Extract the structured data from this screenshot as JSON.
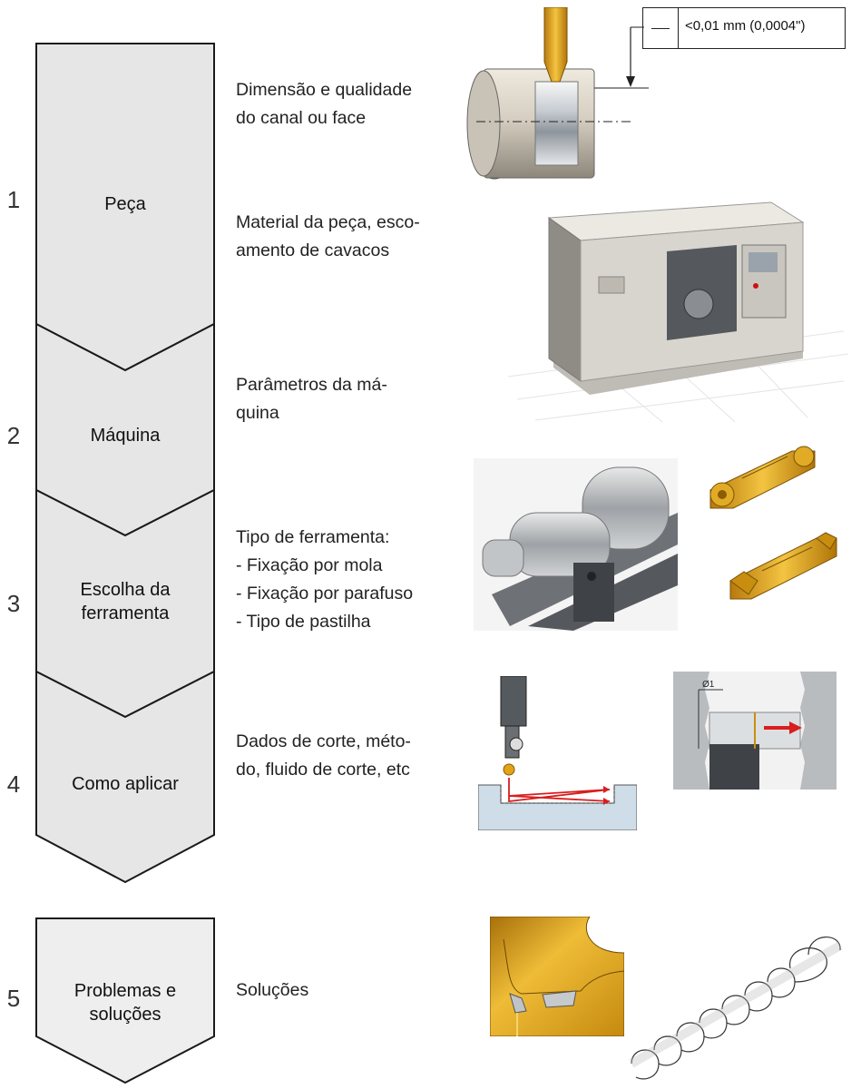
{
  "stages": [
    {
      "number": "1",
      "label": "Peça"
    },
    {
      "number": "2",
      "label": "Máquina"
    },
    {
      "number": "3",
      "label_lines": [
        "Escolha da",
        "ferramenta"
      ]
    },
    {
      "number": "4",
      "label": "Como aplicar"
    },
    {
      "number": "5",
      "label_lines": [
        "Problemas e",
        "soluções"
      ]
    }
  ],
  "descriptions": {
    "dimension": [
      "Dimensão e qualidade",
      "do canal ou face"
    ],
    "material": [
      "Material da peça, esco-",
      "amento de cavacos"
    ],
    "machine": [
      "Parâmetros da má-",
      "quina"
    ],
    "tool": [
      "Tipo de ferramenta:",
      "- Fixação por mola",
      "- Fixação por parafuso",
      "- Tipo de pastilha"
    ],
    "application": [
      "Dados de corte, méto-",
      "do, fluido de corte, etc"
    ],
    "solutions": [
      "Soluções"
    ]
  },
  "tolerance_label": "<0,01 mm (0,0004\")",
  "diameter_label": "Ø1",
  "colors": {
    "flow_fill": "#e6e6e6",
    "flow_fill_last": "#eeeeee",
    "flow_stroke": "#1a1a1a",
    "insert_gold": "#e3a317",
    "arrow_red": "#d91e1e"
  },
  "illustrations": [
    "grooving-tool-on-workpiece-icon",
    "cnc-lathe-machine-icon",
    "tool-holder-setup-icon",
    "spring-clamp-insert-icon",
    "screw-clamp-insert-icon",
    "plunge-turning-method-icon",
    "internal-grooving-icon",
    "insert-edge-wear-icon",
    "chip-spiral-icon"
  ]
}
